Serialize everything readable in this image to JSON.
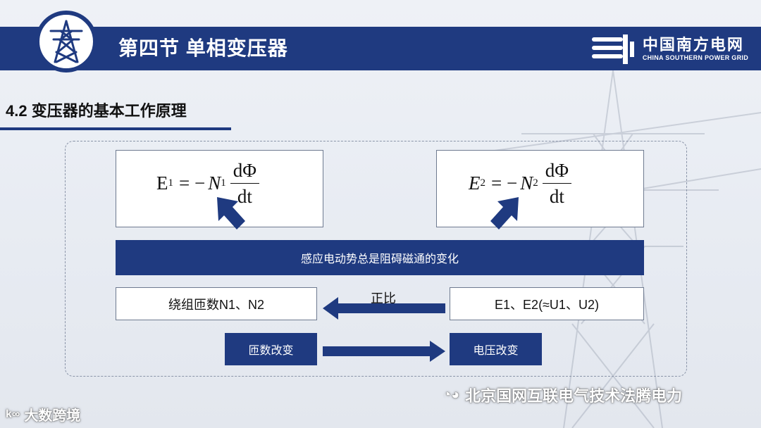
{
  "header": {
    "title": "第四节 单相变压器",
    "brand_cn": "中国南方电网",
    "brand_en": "CHINA SOUTHERN POWER GRID"
  },
  "section": {
    "title": "4.2 变压器的基本工作原理"
  },
  "formulas": {
    "left": {
      "lhs": "E",
      "sub": "1",
      "eq": "= −",
      "coef": "N",
      "coef_sub": "1",
      "num": "dΦ",
      "den": "dt"
    },
    "right": {
      "lhs": "E",
      "sub": "2",
      "eq": "= −",
      "coef": "N",
      "coef_sub": "2",
      "num": "dΦ",
      "den": "dt"
    }
  },
  "diagram": {
    "main_bar": "感应电动势总是阻碍磁通的变化",
    "left_box": "绕组匝数N1、N2",
    "right_box": "E1、E2(≈U1、U2)",
    "arrow_label": "正比",
    "bottom_left": "匝数改变",
    "bottom_right": "电压改变"
  },
  "footer": {
    "watermark_right": "北京国网互联电气技术法腾电力",
    "watermark_left": "大数跨境"
  },
  "colors": {
    "primary": "#1f3a80",
    "background": "#eef1f6"
  }
}
